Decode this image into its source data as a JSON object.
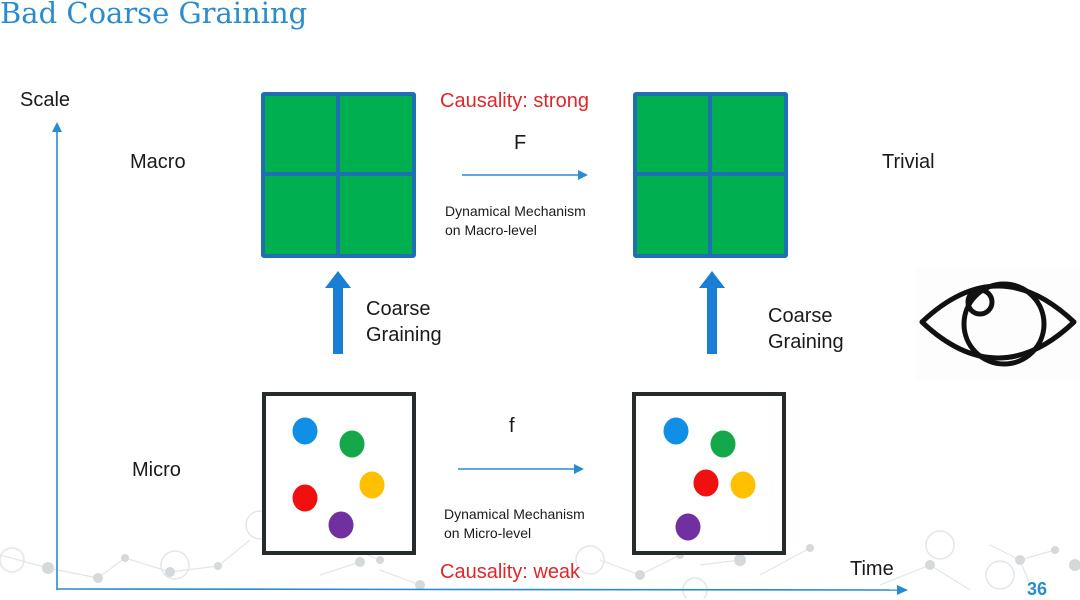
{
  "slide": {
    "title": "Bad Coarse Graining",
    "page_number": "36"
  },
  "axes": {
    "y_label": "Scale",
    "x_label": "Time"
  },
  "levels": {
    "macro_label": "Macro",
    "micro_label": "Micro"
  },
  "macro_row": {
    "causality": "Causality: strong",
    "function_symbol": "F",
    "mechanism_line1": "Dynamical Mechanism",
    "mechanism_line2": "on Macro-level",
    "outcome_label": "Trivial"
  },
  "micro_row": {
    "causality": "Causality: weak",
    "function_symbol": "f",
    "mechanism_line1": "Dynamical Mechanism",
    "mechanism_line2": "on Micro-level"
  },
  "coarse_graining": {
    "left_line1": "Coarse",
    "left_line2": "Graining",
    "right_line1": "Coarse",
    "right_line2": "Graining"
  },
  "colors": {
    "title_blue": "#2a8ccf",
    "macro_cell_green": "#00b050",
    "macro_border_blue": "#1f6fb2",
    "arrow_blue": "#1a7fd4",
    "causality_red": "#e0262c",
    "particle_blue": "#0f8fe6",
    "particle_green": "#14a84a",
    "particle_yellow": "#ffc000",
    "particle_red": "#f01010",
    "particle_purple": "#7030a0"
  },
  "icons": {
    "observer": "eye-icon"
  }
}
